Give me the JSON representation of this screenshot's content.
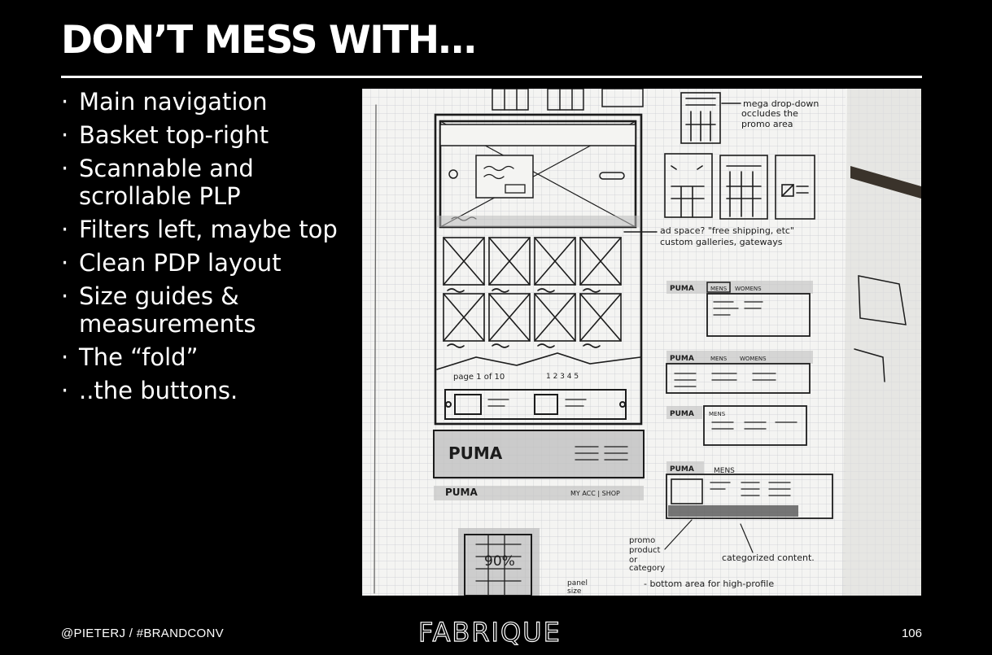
{
  "slide": {
    "title": "DON’T MESS WITH…",
    "bullets": [
      "Main navigation",
      "Basket top-right",
      "Scannable and scrollable PLP",
      "Filters left, maybe top",
      "Clean PDP layout",
      "Size guides & measurements",
      "The “fold”",
      "..the buttons."
    ],
    "bullet_glyph": "·"
  },
  "photo": {
    "sketch_texts": {
      "mega_note_1": "mega drop-down",
      "mega_note_2": "occludes the",
      "mega_note_3": "promo area",
      "ad_note_1": "ad space? \"free shipping, etc\"",
      "ad_note_2": "custom galleries, gateways",
      "page_label": "page 1 of 10",
      "pager": "1 2 3 4 5",
      "puma_footer": "PUMA",
      "puma_bar": "PUMA",
      "myacc": "MY ACC | SHOP",
      "puma_tab": "PUMA",
      "mens_tab": "MENS",
      "womens_tab": "WOMENS",
      "percent": "90%",
      "promo_note_1": "promo",
      "promo_note_2": "product",
      "promo_note_3": "or",
      "promo_note_4": "category",
      "cat_note": "categorized content.",
      "bottom_note": "- bottom area for high-profile",
      "panel_note_1": "panel",
      "panel_note_2": "size"
    }
  },
  "footer": {
    "handle": "@PIETERJ / #BRANDCONV",
    "logo": "FABRIQUE",
    "page_number": "106"
  },
  "colors": {
    "background": "#000000",
    "text": "#ffffff",
    "paper": "#f4f4f2",
    "ink": "#1c1c1c"
  }
}
